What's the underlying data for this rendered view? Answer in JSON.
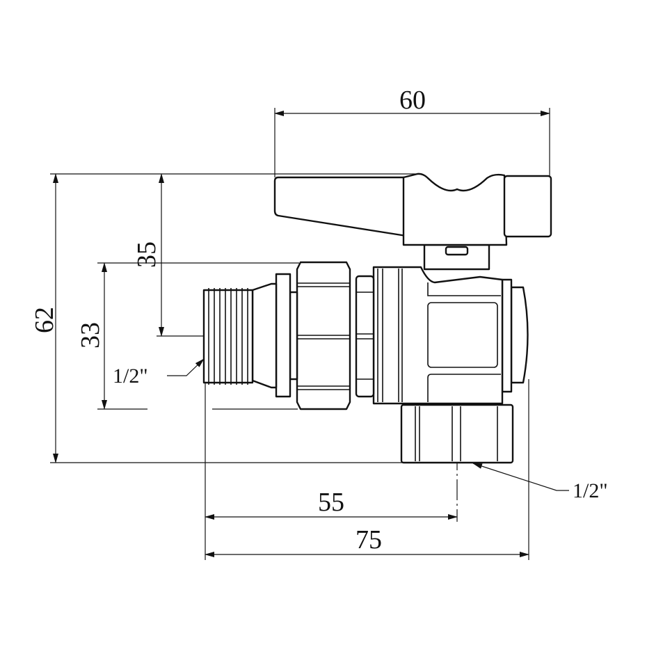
{
  "drawing": {
    "dimensions": {
      "handle_width": "60",
      "total_height": "62",
      "handle_to_axis": "35",
      "nut_height": "33",
      "axis_to_outlet": "55",
      "total_length": "75"
    },
    "threads": {
      "inlet": "1/2\"",
      "outlet": "1/2\""
    }
  }
}
